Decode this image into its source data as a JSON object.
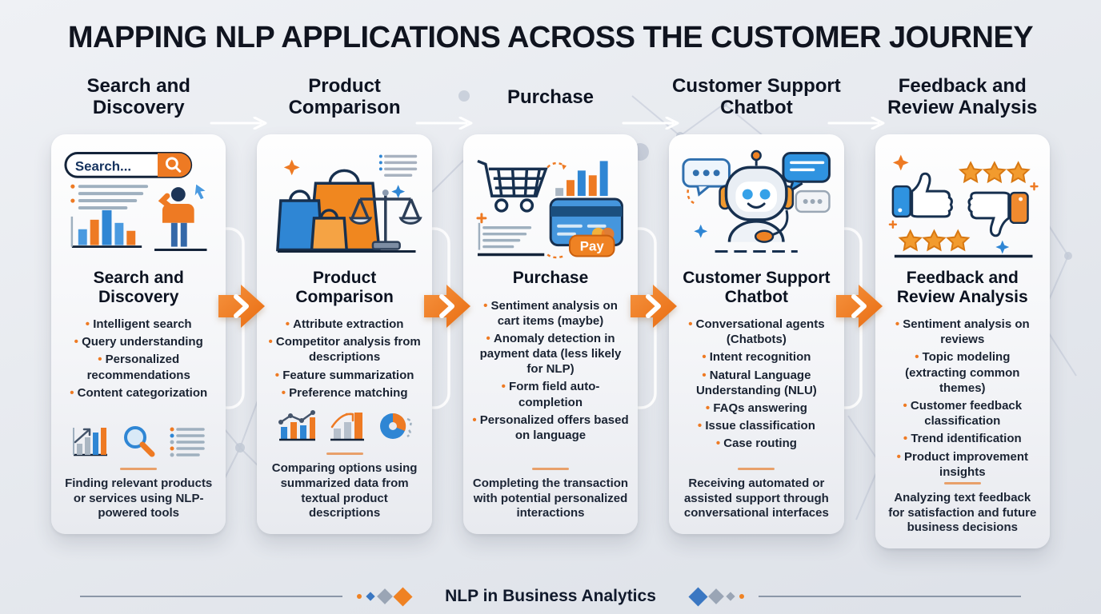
{
  "title": "MAPPING NLP APPLICATIONS ACROSS THE CUSTOMER JOURNEY",
  "colors": {
    "accent_orange": "#EE7A23",
    "accent_blue": "#2F7CC4",
    "dark_navy": "#14243A",
    "background": "#E7EAEF"
  },
  "columns": [
    {
      "header": "Search and Discovery",
      "card_title": "Search and Discovery",
      "illustration": "search-bar-person-chart",
      "search_text": "Search...",
      "bullets": [
        "Intelligent search",
        "Query understanding",
        "Personalized recommendations",
        "Content categorization"
      ],
      "mini_icons": [
        "growth-chart-icon",
        "magnifier-icon",
        "document-list-icon"
      ],
      "description": "Finding relevant products or services using NLP-powered tools"
    },
    {
      "header": "Product Comparison",
      "card_title": "Product Comparison",
      "illustration": "shopping-bags-balance-scale",
      "bullets": [
        "Attribute extraction",
        "Competitor analysis from descriptions",
        "Feature summarization",
        "Preference matching"
      ],
      "mini_icons": [
        "line-bar-chart-icon",
        "arrow-bar-chart-icon",
        "pie-chart-icon"
      ],
      "description": "Comparing options using summarized data from textual product descriptions"
    },
    {
      "header": "Purchase",
      "card_title": "Purchase",
      "illustration": "cart-credit-card-pay",
      "pay_label": "Pay",
      "bullets": [
        "Sentiment analysis on cart items (maybe)",
        "Anomaly detection in payment data (less likely for NLP)",
        "Form field auto-completion",
        "Personalized offers based on language"
      ],
      "mini_icons": [],
      "description": "Completing the transaction with potential personalized interactions"
    },
    {
      "header": "Customer Support Chatbot",
      "card_title": "Customer Support Chatbot",
      "illustration": "robot-chatbot-speech-bubbles",
      "bullets": [
        "Conversational agents (Chatbots)",
        "Intent recognition",
        "Natural Language Understanding (NLU)",
        "FAQs answering",
        "Issue classification",
        "Case routing"
      ],
      "mini_icons": [],
      "description": "Receiving automated or assisted support through conversational interfaces"
    },
    {
      "header": "Feedback and Review Analysis",
      "card_title": "Feedback and Review Analysis",
      "illustration": "thumbs-up-down-stars",
      "bullets": [
        "Sentiment analysis on reviews",
        "Topic modeling (extracting common themes)",
        "Customer feedback classification",
        "Trend identification",
        "Product improvement insights"
      ],
      "mini_icons": [],
      "description": "Analyzing text feedback for satisfaction and future business decisions"
    }
  ],
  "footer": {
    "label": "NLP in Business Analytics"
  }
}
